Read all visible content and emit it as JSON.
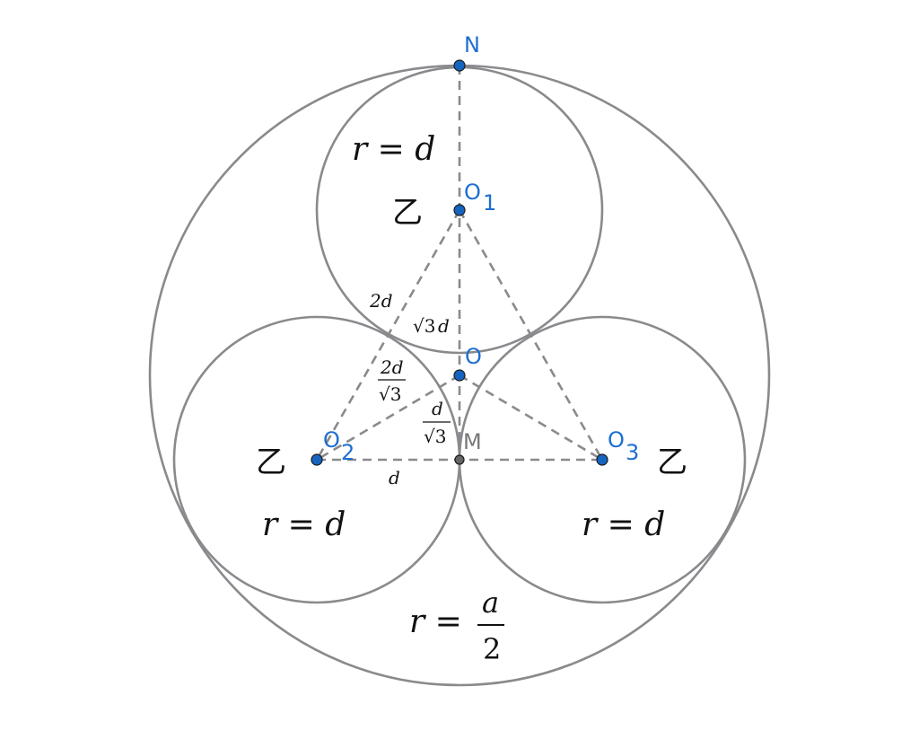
{
  "points": {
    "N": "N",
    "O1": "O",
    "O1_sub": "1",
    "O2": "O",
    "O2_sub": "2",
    "O3": "O",
    "O3_sub": "3",
    "O": "O",
    "M": "M"
  },
  "circle_labels": {
    "top": "r = d",
    "left": "r = d",
    "right": "r = d",
    "outer_lhs": "r =",
    "outer_num": "a",
    "outer_den": "2"
  },
  "segment_labels": {
    "o1o2": "2d",
    "o1m_sqrt": "√3",
    "o1m_d": "d",
    "oo2_num": "2d",
    "oo2_den": "√3",
    "om_num": "d",
    "om_den": "√3",
    "o2m": "d"
  },
  "markers": {
    "top": "乙",
    "left": "乙",
    "right": "乙"
  },
  "colors": {
    "point": "#1565c0",
    "line": "#8a8a8e"
  }
}
